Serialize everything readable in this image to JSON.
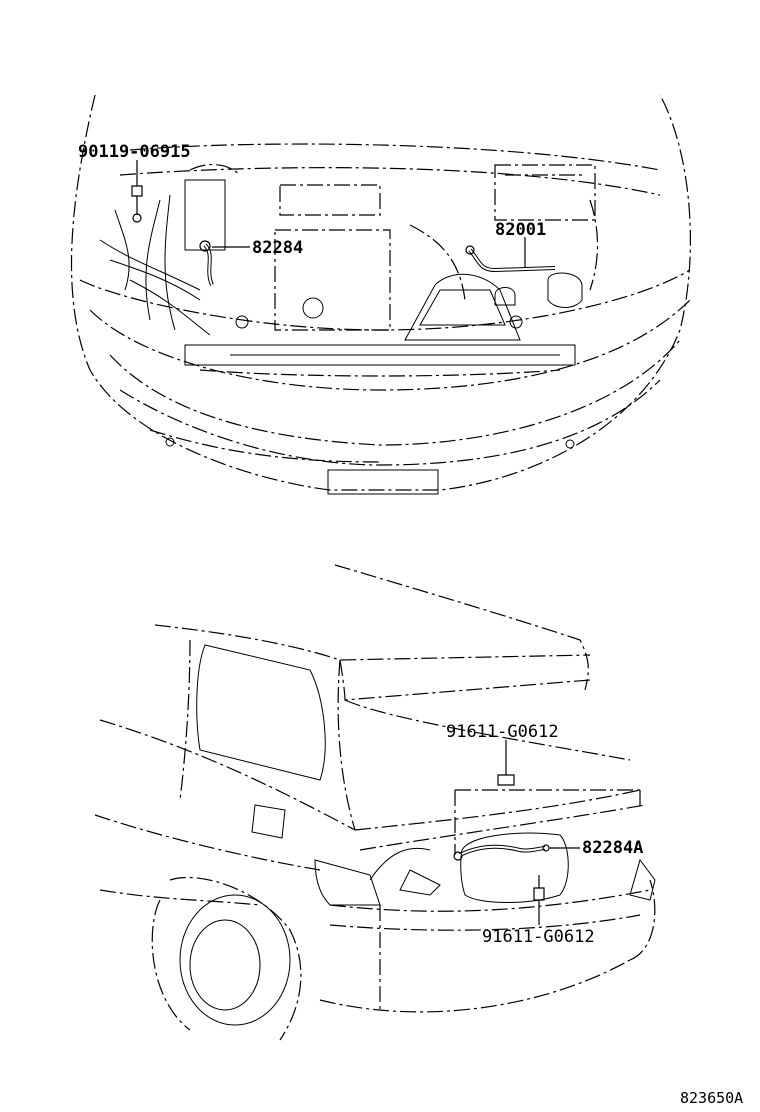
{
  "parts": {
    "bolt_front": "90119-06915",
    "harness_front_left": "82284",
    "harness_front_right": "82001",
    "clip_rear_top": "91611-G0612",
    "harness_rear": "82284A",
    "clip_rear_bottom": "91611-G0612"
  },
  "illustration_id": "823650A"
}
